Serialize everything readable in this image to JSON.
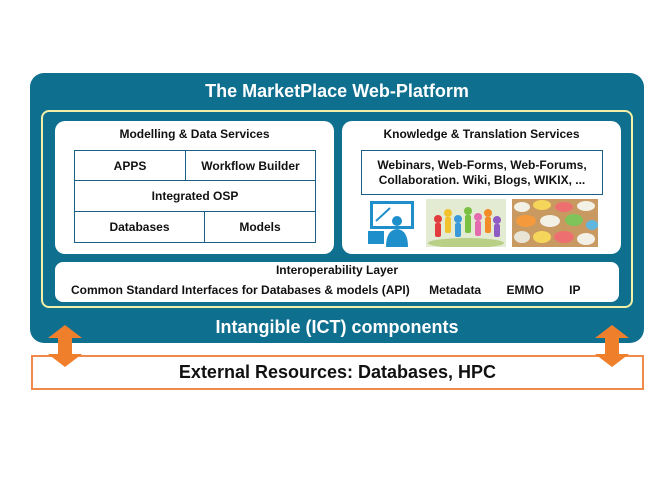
{
  "platform": {
    "title": "The MarketPlace Web-Platform",
    "intangible_label": "Intangible (ICT) components"
  },
  "modelling": {
    "title": "Modelling & Data Services",
    "cells": {
      "apps": "APPS",
      "workflow": "Workflow Builder",
      "osp": "Integrated OSP",
      "databases": "Databases",
      "models": "Models"
    }
  },
  "knowledge": {
    "title": "Knowledge & Translation Services",
    "box_line1": "Webinars, Web-Forms, Web-Forums,",
    "box_line2": "Collaboration. Wiki, Blogs, WIKIX, ..."
  },
  "interop": {
    "title": "Interoperability  Layer",
    "items": [
      "Common Standard Interfaces for Databases & models (API)",
      "Metadata",
      "EMMO",
      "IP"
    ]
  },
  "external": {
    "label": "External Resources: Databases, HPC"
  },
  "colors": {
    "platform_bg": "#0f6f8f",
    "inner_border": "#f1efa8",
    "cell_border": "#1a5f86",
    "external_border": "#ef8a4a",
    "arrow": "#f07f2c"
  },
  "icons": [
    "webinar-presenter-icon",
    "community-people-image",
    "speech-bubbles-image",
    "double-arrow-icon"
  ]
}
